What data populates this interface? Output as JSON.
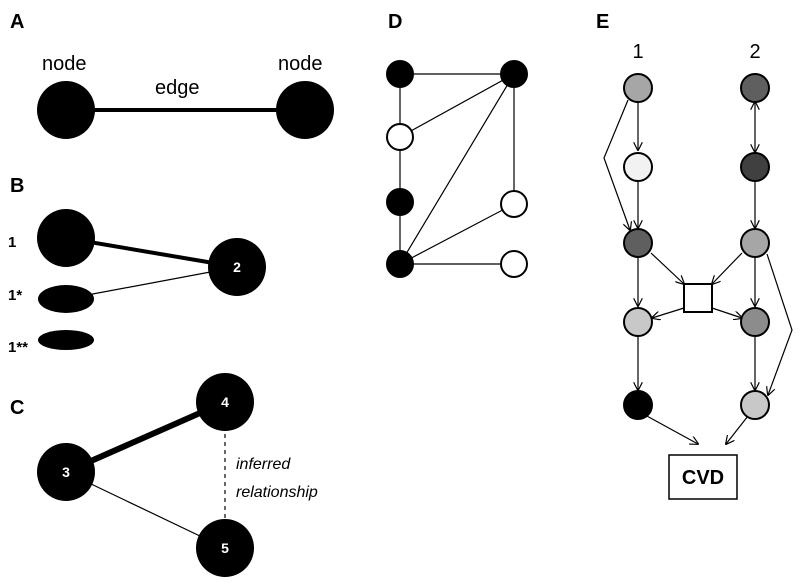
{
  "panels": {
    "A": {
      "label": "A",
      "node_left_label": "node",
      "node_right_label": "node",
      "edge_label": "edge"
    },
    "B": {
      "label": "B",
      "tier1": "1",
      "tier2": "1*",
      "tier3": "1**",
      "node_number": "2"
    },
    "C": {
      "label": "C",
      "node3": "3",
      "node4": "4",
      "node5": "5",
      "inferred_line1": "inferred",
      "inferred_line2": "relationship"
    },
    "D": {
      "label": "D"
    },
    "E": {
      "label": "E",
      "column1": "1",
      "column2": "2",
      "outcome": "CVD"
    }
  },
  "colors": {
    "black": "#000000",
    "white": "#ffffff",
    "grey_light": "#c8c8c8",
    "grey_mid": "#a6a6a6",
    "grey_mid2": "#8c8c8c",
    "grey_dark": "#5f5f5f",
    "grey_darker": "#404040",
    "very_light": "#f2f2f2"
  }
}
